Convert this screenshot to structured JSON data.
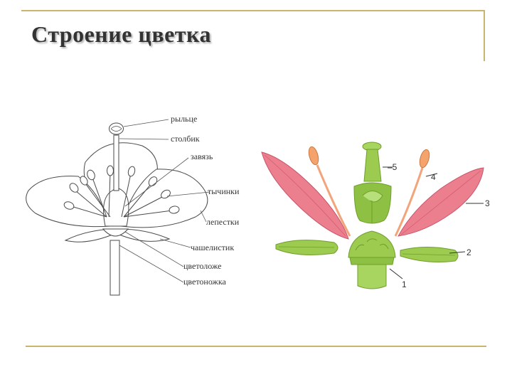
{
  "slide": {
    "title": "Строение цветка"
  },
  "left_diagram": {
    "labels": [
      "рыльце",
      "столбик",
      "завязь",
      "тычинки",
      "лепестки",
      "чашелистик",
      "цветоложе",
      "цветоножка"
    ]
  },
  "right_diagram": {
    "numbers": [
      "–5",
      "4",
      "3",
      "2",
      "1"
    ]
  }
}
